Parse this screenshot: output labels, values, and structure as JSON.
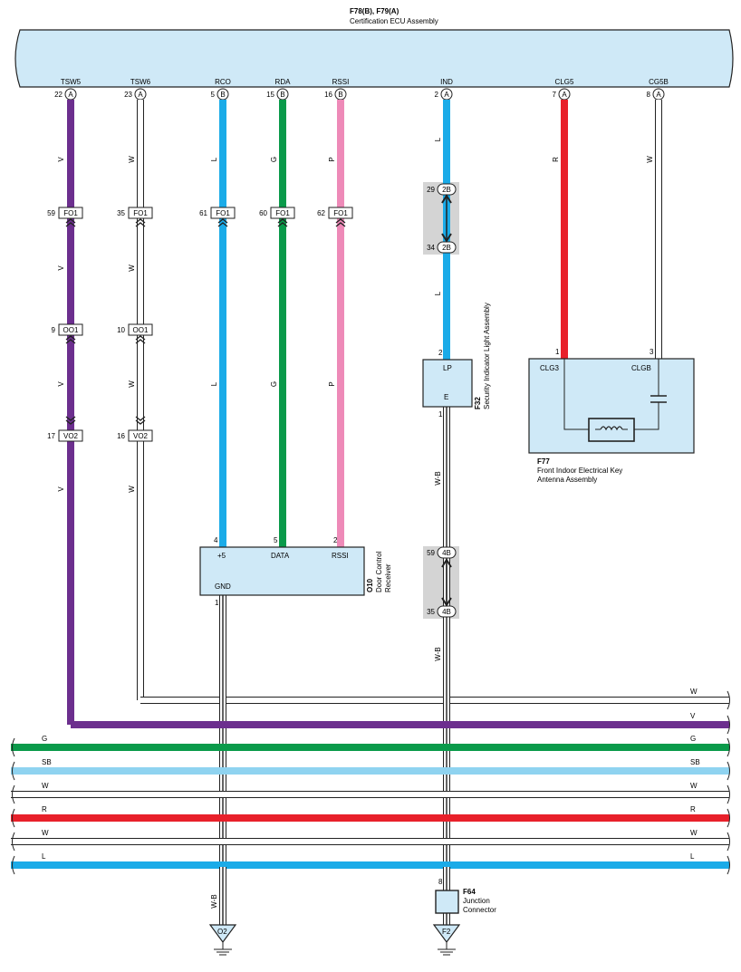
{
  "ecu": {
    "code": "F78(B), F79(A)",
    "name": "Certification ECU Assembly",
    "terminals": [
      {
        "name": "TSW5",
        "pin": "22",
        "conn": "A"
      },
      {
        "name": "TSW6",
        "pin": "23",
        "conn": "A"
      },
      {
        "name": "RCO",
        "pin": "5",
        "conn": "B"
      },
      {
        "name": "RDA",
        "pin": "15",
        "conn": "B"
      },
      {
        "name": "RSSI",
        "pin": "16",
        "conn": "B"
      },
      {
        "name": "IND",
        "pin": "2",
        "conn": "A"
      },
      {
        "name": "CLG5",
        "pin": "7",
        "conn": "A"
      },
      {
        "name": "CG5B",
        "pin": "8",
        "conn": "A"
      }
    ]
  },
  "wire_colors": {
    "V": "#6c2f8e",
    "W": "#ffffff",
    "L": "#1aabe8",
    "G": "#0a9a4a",
    "P": "#ee8ab8",
    "R": "#e8202a",
    "SB": "#8fd3f0",
    "WB": "#ffffff"
  },
  "wire_labels": {
    "tsw5": [
      "V",
      "V",
      "V",
      "V"
    ],
    "tsw6": [
      "W",
      "W",
      "W",
      "W"
    ],
    "rco": [
      "L",
      "L"
    ],
    "rda": [
      "G",
      "G"
    ],
    "rssi": [
      "P",
      "P"
    ],
    "ind": [
      "L",
      "L"
    ],
    "clg5": "R",
    "cg5b": "W",
    "gnd_o10": "W-B",
    "e_f32": [
      "W-B",
      "W-B"
    ]
  },
  "connectors": {
    "fo1": {
      "name": "FO1",
      "pins": [
        "59",
        "35",
        "61",
        "60",
        "62"
      ]
    },
    "oo1": {
      "name": "OO1",
      "pins": [
        "9",
        "10"
      ]
    },
    "vo2": {
      "name": "VO2",
      "pins": [
        "17",
        "16"
      ]
    },
    "j2b": {
      "name": "2B",
      "pins": [
        "29",
        "34"
      ]
    },
    "j4b": {
      "name": "4B",
      "pins": [
        "59",
        "35"
      ]
    }
  },
  "f32": {
    "code": "F32",
    "name": "Security Indicator Light Assembly",
    "lp": "LP",
    "e": "E",
    "pin_lp": "2",
    "pin_e": "1"
  },
  "f77": {
    "code": "F77",
    "name_line1": "Front Indoor Electrical Key",
    "name_line2": "Antenna Assembly",
    "clg3": "CLG3",
    "clgb": "CLGB",
    "pin_clg3": "1",
    "pin_clgb": "3"
  },
  "o10": {
    "code": "O10",
    "name_line1": "Door Control",
    "name_line2": "Receiver",
    "p5": "+5",
    "data": "DATA",
    "rssi": "RSSI",
    "gnd": "GND",
    "pin_p5": "4",
    "pin_data": "5",
    "pin_rssi": "2",
    "pin_gnd": "1"
  },
  "f64": {
    "code": "F64",
    "name_line1": "Junction",
    "name_line2": "Connector",
    "pin": "8"
  },
  "grounds": {
    "o2": "O2",
    "f2": "F2"
  },
  "buses": [
    {
      "label": "W",
      "color": "W"
    },
    {
      "label": "V",
      "color": "V"
    },
    {
      "label": "G",
      "color": "G"
    },
    {
      "label": "SB",
      "color": "SB"
    },
    {
      "label": "W",
      "color": "W"
    },
    {
      "label": "R",
      "color": "R"
    },
    {
      "label": "W",
      "color": "W"
    },
    {
      "label": "L",
      "color": "L"
    }
  ]
}
